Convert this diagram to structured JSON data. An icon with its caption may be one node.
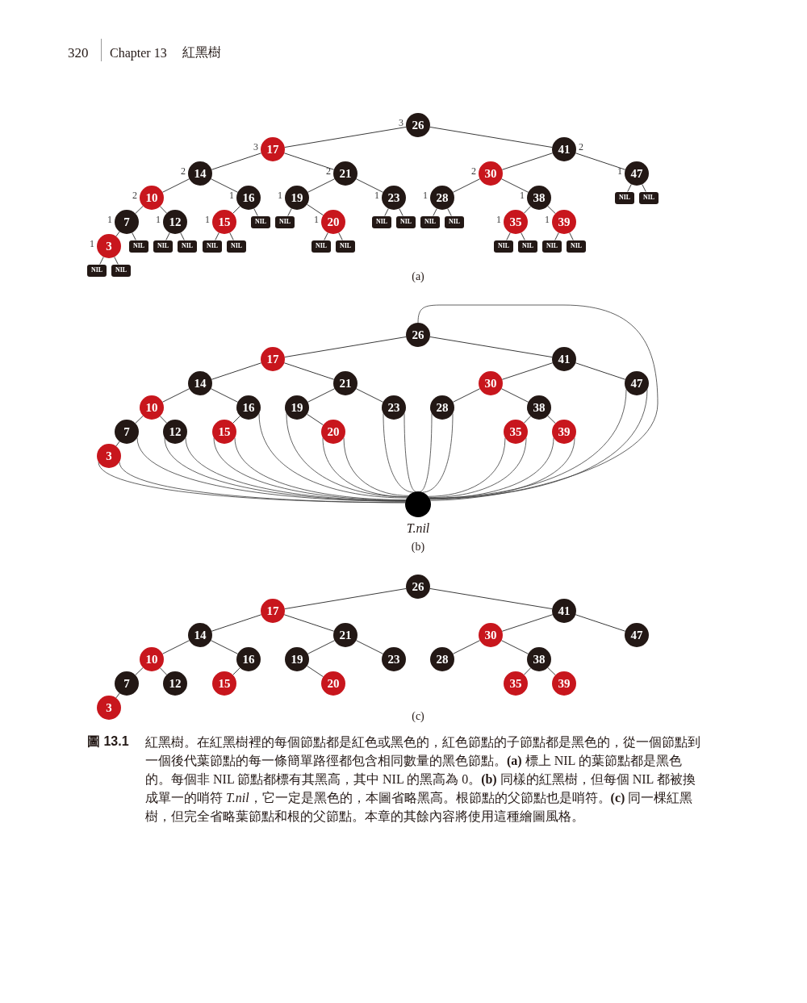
{
  "diagram": {
    "caption": "紅黑樹。在紅黑樹裡的每個節點都是紅色或黑色的，紅色節點的子節點都是黑色的，從一個節點到一個後代葉節點的每一條簡單路徑都包含相同數量的黑色節點。**(a)** 標上 NIL 的葉節點都是黑色的。每個非 NIL 節點都標有其黑高，其中 NIL 的黑高為 0。**(b)** 同樣的紅黑樹，但每個 NIL 都被換成單一的哨符 *T.nil*，它一定是黑色的，本圖省略黑高。根節點的父節點也是哨符。**(c)** 同一棵紅黑樹，但完全省略葉節點和根的父節點。本章的其餘內容將使用這種繪圖風格。",
    "nodes": [
      {
        "text": [
          "26"
        ],
        "beside": [
          "3"
        ]
      },
      {
        "text": [
          "17"
        ],
        "beside": [
          "3"
        ]
      },
      {
        "text": [
          "41"
        ],
        "beside": [
          "2"
        ]
      },
      {
        "text": [
          "14"
        ],
        "beside": [
          "2"
        ]
      },
      {
        "text": [
          "21"
        ],
        "beside": [
          "2"
        ]
      },
      {
        "text": [
          "30"
        ],
        "beside": [
          "2"
        ]
      },
      {
        "text": [
          "47"
        ],
        "beside": [
          "1"
        ]
      },
      {
        "text": [
          "10"
        ],
        "beside": [
          "2"
        ]
      },
      {
        "text": [
          "16"
        ],
        "beside": [
          "1"
        ]
      },
      {
        "text": [
          "19"
        ],
        "beside": [
          "1"
        ]
      },
      {
        "text": [
          "23"
        ],
        "beside": [
          "1"
        ]
      },
      {
        "text": [
          "28"
        ],
        "beside": [
          "1"
        ]
      },
      {
        "text": [
          "38"
        ],
        "beside": [
          "1"
        ]
      },
      {
        "text": [
          "NIL"
        ]
      },
      {
        "text": [
          "NIL"
        ]
      },
      {
        "text": [
          "7"
        ],
        "beside": [
          "1"
        ]
      },
      {
        "text": [
          "12"
        ],
        "beside": [
          "1"
        ]
      },
      {
        "text": [
          "15"
        ],
        "beside": [
          "1"
        ]
      },
      {
        "text": [
          "NIL"
        ]
      },
      {
        "text": [
          "NIL"
        ]
      },
      {
        "text": [
          "20"
        ],
        "beside": [
          "1"
        ]
      },
      {
        "text": [
          "NIL"
        ]
      },
      {
        "text": [
          "NIL"
        ]
      },
      {
        "text": [
          "NIL"
        ]
      },
      {
        "text": [
          "NIL"
        ]
      },
      {
        "text": [
          "35"
        ],
        "beside": [
          "1"
        ]
      },
      {
        "text": [
          "39"
        ],
        "beside": [
          "1"
        ]
      },
      {
        "text": [
          "3"
        ],
        "beside": [
          "1"
        ]
      },
      {
        "text": [
          "NIL"
        ]
      },
      {
        "text": [
          "NIL"
        ]
      },
      {
        "text": [
          "NIL"
        ]
      },
      {
        "text": [
          "NIL"
        ]
      },
      {
        "text": [
          "NIL"
        ]
      },
      {
        "text": [
          "NIL"
        ]
      },
      {
        "text": [
          "NIL"
        ]
      },
      {
        "text": [
          "NIL"
        ]
      },
      {
        "text": [
          "NIL"
        ]
      },
      {
        "text": [
          "NIL"
        ]
      },
      {
        "text": [
          "NIL"
        ]
      },
      {
        "text": [
          "NIL"
        ]
      },
      {
        "text": [
          "NIL"
        ]
      },
      {
        "text": [
          "26"
        ]
      },
      {
        "text": [
          "17"
        ]
      },
      {
        "text": [
          "41"
        ]
      },
      {
        "text": [
          "14"
        ]
      },
      {
        "text": [
          "21"
        ]
      },
      {
        "text": [
          "30"
        ]
      },
      {
        "text": [
          "47"
        ]
      },
      {
        "text": [
          "10"
        ]
      },
      {
        "text": [
          "16"
        ]
      },
      {
        "text": [
          "19"
        ]
      },
      {
        "text": [
          "23"
        ]
      },
      {
        "text": [
          "28"
        ]
      },
      {
        "text": [
          "38"
        ]
      },
      {
        "text": [
          "7"
        ]
      },
      {
        "text": [
          "12"
        ]
      },
      {
        "text": [
          "15"
        ]
      },
      {
        "text": [
          "20"
        ]
      },
      {
        "text": [
          "35"
        ]
      },
      {
        "text": [
          "39"
        ]
      },
      {
        "text": [
          "3"
        ]
      },
      {
        "text": [],
        "shape": "circle",
        "beside": [
          "T.nil"
        ]
      },
      {
        "text": [
          "26"
        ]
      },
      {
        "text": [
          "17"
        ]
      },
      {
        "text": [
          "41"
        ]
      },
      {
        "text": [
          "14"
        ]
      },
      {
        "text": [
          "21"
        ]
      },
      {
        "text": [
          "30"
        ]
      },
      {
        "text": [
          "47"
        ]
      },
      {
        "text": [
          "10"
        ]
      },
      {
        "text": [
          "16"
        ]
      },
      {
        "text": [
          "19"
        ]
      },
      {
        "text": [
          "23"
        ]
      },
      {
        "text": [
          "28"
        ]
      },
      {
        "text": [
          "38"
        ]
      },
      {
        "text": [
          "7"
        ]
      },
      {
        "text": [
          "12"
        ]
      },
      {
        "text": [
          "15"
        ]
      },
      {
        "text": [
          "20"
        ]
      },
      {
        "text": [
          "35"
        ]
      },
      {
        "text": [
          "39"
        ]
      },
      {
        "text": [
          "3"
        ]
      }
    ],
    "edges": [
      {
        "from": 0,
        "to": 1,
        "arrow": "none"
      },
      {
        "from": 0,
        "to": 2,
        "arrow": "none"
      },
      {
        "from": 1,
        "to": 3,
        "arrow": "none"
      },
      {
        "from": 1,
        "to": 4,
        "arrow": "none"
      },
      {
        "from": 2,
        "to": 5,
        "arrow": "none"
      },
      {
        "from": 2,
        "to": 6,
        "arrow": "none"
      },
      {
        "from": 3,
        "to": 7,
        "arrow": "none"
      },
      {
        "from": 3,
        "to": 8,
        "arrow": "none"
      },
      {
        "from": 4,
        "to": 9,
        "arrow": "none"
      },
      {
        "from": 4,
        "to": 10,
        "arrow": "none"
      },
      {
        "from": 5,
        "to": 11,
        "arrow": "none"
      },
      {
        "from": 5,
        "to": 12,
        "arrow": "none"
      },
      {
        "from": 6,
        "to": 13,
        "arrow": "none"
      },
      {
        "from": 6,
        "to": 14,
        "arrow": "none"
      },
      {
        "from": 7,
        "to": 15,
        "arrow": "none"
      },
      {
        "from": 7,
        "to": 16,
        "arrow": "none"
      },
      {
        "from": 8,
        "to": 17,
        "arrow": "none"
      },
      {
        "from": 8,
        "to": 18,
        "arrow": "none"
      },
      {
        "from": 9,
        "to": 19,
        "arrow": "none"
      },
      {
        "from": 9,
        "to": 20,
        "arrow": "none"
      },
      {
        "from": 10,
        "to": 21,
        "arrow": "none"
      },
      {
        "from": 10,
        "to": 22,
        "arrow": "none"
      },
      {
        "from": 11,
        "to": 23,
        "arrow": "none"
      },
      {
        "from": 11,
        "to": 24,
        "arrow": "none"
      },
      {
        "from": 12,
        "to": 25,
        "arrow": "none"
      },
      {
        "from": 12,
        "to": 26,
        "arrow": "none"
      },
      {
        "from": 15,
        "to": 27,
        "arrow": "none"
      },
      {
        "from": 15,
        "to": 28,
        "arrow": "none"
      },
      {
        "from": 16,
        "to": 29,
        "arrow": "none"
      },
      {
        "from": 16,
        "to": 30,
        "arrow": "none"
      },
      {
        "from": 17,
        "to": 31,
        "arrow": "none"
      },
      {
        "from": 17,
        "to": 32,
        "arrow": "none"
      },
      {
        "from": 20,
        "to": 33,
        "arrow": "none"
      },
      {
        "from": 20,
        "to": 34,
        "arrow": "none"
      },
      {
        "from": 25,
        "to": 35,
        "arrow": "none"
      },
      {
        "from": 25,
        "to": 36,
        "arrow": "none"
      },
      {
        "from": 26,
        "to": 37,
        "arrow": "none"
      },
      {
        "from": 26,
        "to": 38,
        "arrow": "none"
      },
      {
        "from": 27,
        "to": 39,
        "arrow": "none"
      },
      {
        "from": 27,
        "to": 40,
        "arrow": "none"
      },
      {
        "from": 41,
        "to": 42,
        "arrow": "none"
      },
      {
        "from": 41,
        "to": 43,
        "arrow": "none"
      },
      {
        "from": 42,
        "to": 44,
        "arrow": "none"
      },
      {
        "from": 42,
        "to": 45,
        "arrow": "none"
      },
      {
        "from": 43,
        "to": 46,
        "arrow": "none"
      },
      {
        "from": 43,
        "to": 47,
        "arrow": "none"
      },
      {
        "from": 44,
        "to": 48,
        "arrow": "none"
      },
      {
        "from": 44,
        "to": 49,
        "arrow": "none"
      },
      {
        "from": 45,
        "to": 50,
        "arrow": "none"
      },
      {
        "from": 45,
        "to": 51,
        "arrow": "none"
      },
      {
        "from": 46,
        "to": 52,
        "arrow": "none"
      },
      {
        "from": 46,
        "to": 53,
        "arrow": "none"
      },
      {
        "from": 48,
        "to": 54,
        "arrow": "none"
      },
      {
        "from": 48,
        "to": 55,
        "arrow": "none"
      },
      {
        "from": 49,
        "to": 56,
        "arrow": "none"
      },
      {
        "from": 50,
        "to": 57,
        "arrow": "none"
      },
      {
        "from": 53,
        "to": 58,
        "arrow": "none"
      },
      {
        "from": 53,
        "to": 59,
        "arrow": "none"
      },
      {
        "from": 54,
        "to": 60,
        "arrow": "none"
      },
      {
        "from": 60,
        "to": 61,
        "arrow": "none"
      },
      {
        "from": 60,
        "to": 61,
        "arrow": "none"
      },
      {
        "from": 54,
        "to": 61,
        "arrow": "none"
      },
      {
        "from": 55,
        "to": 61,
        "arrow": "none"
      },
      {
        "from": 55,
        "to": 61,
        "arrow": "none"
      },
      {
        "from": 56,
        "to": 61,
        "arrow": "none"
      },
      {
        "from": 56,
        "to": 61,
        "arrow": "none"
      },
      {
        "from": 49,
        "to": 61,
        "arrow": "none"
      },
      {
        "from": 50,
        "to": 61,
        "arrow": "none"
      },
      {
        "from": 57,
        "to": 61,
        "arrow": "none"
      },
      {
        "from": 57,
        "to": 61,
        "arrow": "none"
      },
      {
        "from": 51,
        "to": 61,
        "arrow": "none"
      },
      {
        "from": 51,
        "to": 61,
        "arrow": "none"
      },
      {
        "from": 52,
        "to": 61,
        "arrow": "none"
      },
      {
        "from": 52,
        "to": 61,
        "arrow": "none"
      },
      {
        "from": 58,
        "to": 61,
        "arrow": "none"
      },
      {
        "from": 58,
        "to": 61,
        "arrow": "none"
      },
      {
        "from": 59,
        "to": 61,
        "arrow": "none"
      },
      {
        "from": 59,
        "to": 61,
        "arrow": "none"
      },
      {
        "from": 47,
        "to": 61,
        "arrow": "none"
      },
      {
        "from": 47,
        "to": 61,
        "arrow": "none"
      },
      {
        "from": 41,
        "to": 61,
        "arrow": "none"
      },
      {
        "from": 62,
        "to": 63,
        "arrow": "none"
      },
      {
        "from": 62,
        "to": 64,
        "arrow": "none"
      },
      {
        "from": 63,
        "to": 65,
        "arrow": "none"
      },
      {
        "from": 63,
        "to": 66,
        "arrow": "none"
      },
      {
        "from": 64,
        "to": 67,
        "arrow": "none"
      },
      {
        "from": 64,
        "to": 68,
        "arrow": "none"
      },
      {
        "from": 65,
        "to": 69,
        "arrow": "none"
      },
      {
        "from": 65,
        "to": 70,
        "arrow": "none"
      },
      {
        "from": 66,
        "to": 71,
        "arrow": "none"
      },
      {
        "from": 66,
        "to": 72,
        "arrow": "none"
      },
      {
        "from": 67,
        "to": 73,
        "arrow": "none"
      },
      {
        "from": 67,
        "to": 74,
        "arrow": "none"
      },
      {
        "from": 69,
        "to": 75,
        "arrow": "none"
      },
      {
        "from": 69,
        "to": 76,
        "arrow": "none"
      },
      {
        "from": 70,
        "to": 77,
        "arrow": "none"
      },
      {
        "from": 71,
        "to": 78,
        "arrow": "none"
      },
      {
        "from": 74,
        "to": 79,
        "arrow": "none"
      },
      {
        "from": 74,
        "to": 80,
        "arrow": "none"
      },
      {
        "from": 75,
        "to": 81,
        "arrow": "none"
      }
    ],
    "labels": [
      "320",
      "Chapter 13",
      "紅黑樹",
      "(a)",
      "(b)",
      "(c)",
      "圖 13.1"
    ]
  }
}
